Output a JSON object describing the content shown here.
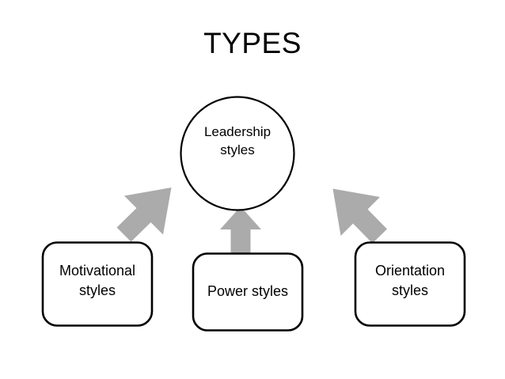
{
  "title": "TYPES",
  "theme": {
    "background": "#ffffff",
    "shape_stroke": "#000000",
    "shape_fill": "#ffffff",
    "arrow_fill": "#ababab",
    "text": "#000000"
  },
  "diagram": {
    "type": "hub-and-spoke",
    "hub": {
      "name": "leadership-styles",
      "shape": "circle",
      "label": "Leadership\nstyles"
    },
    "nodes": [
      {
        "name": "motivational-styles",
        "shape": "rounded-rect",
        "label": "Motivational\nstyles"
      },
      {
        "name": "power-styles",
        "shape": "rounded-rect",
        "label": "Power styles"
      },
      {
        "name": "orientation-styles",
        "shape": "rounded-rect",
        "label": "Orientation\nstyles"
      }
    ],
    "connectors": [
      {
        "name": "arrow-motivational-to-leadership",
        "from": "motivational-styles",
        "to": "leadership-styles",
        "direction": "up-right"
      },
      {
        "name": "arrow-power-to-leadership",
        "from": "power-styles",
        "to": "leadership-styles",
        "direction": "up"
      },
      {
        "name": "arrow-orientation-to-leadership",
        "from": "orientation-styles",
        "to": "leadership-styles",
        "direction": "up-left"
      }
    ]
  }
}
